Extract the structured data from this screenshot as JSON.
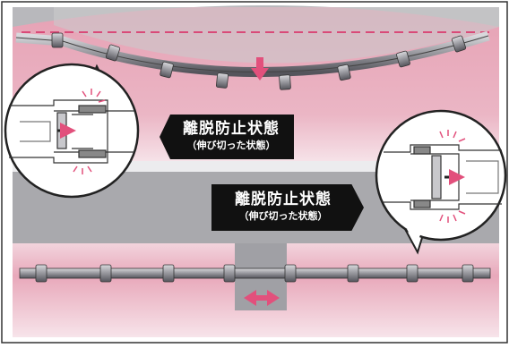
{
  "callouts": [
    {
      "title": "離脱防止状態",
      "subtitle": "（伸び切った状態）"
    },
    {
      "title": "離脱防止状態",
      "subtitle": "（伸び切った状態）"
    }
  ],
  "colors": {
    "ground_pink": "#e6a3b6",
    "ground_light_pink": "#f4dbe3",
    "gray": "#a7a7aa",
    "light_gray": "#d2d2d4",
    "pipe": "#9a9aa0",
    "accent_pink": "#e2507c"
  },
  "icons": {
    "down_arrow": "down-arrow-icon",
    "double_arrow": "double-arrow-icon",
    "warning_marks": "pink-burst-icon"
  }
}
